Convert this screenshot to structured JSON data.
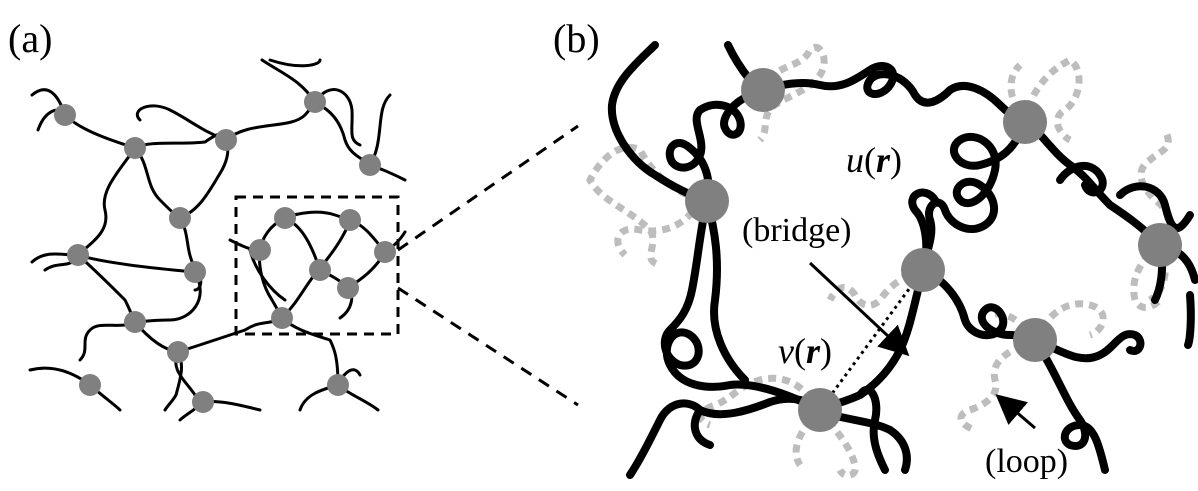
{
  "panels": {
    "a": {
      "label": "(a)"
    },
    "b": {
      "label": "(b)"
    }
  },
  "annotations": {
    "bridge": "(bridge)",
    "loop": "(loop)",
    "u_func": {
      "name": "u",
      "open": "(",
      "arg": "r",
      "close": ")"
    },
    "v_func": {
      "name": "v",
      "open": "(",
      "arg": "r",
      "close": ")"
    }
  },
  "colors": {
    "chain": "#000000",
    "junction": "#808080",
    "dangling": "#bdbdbd"
  }
}
